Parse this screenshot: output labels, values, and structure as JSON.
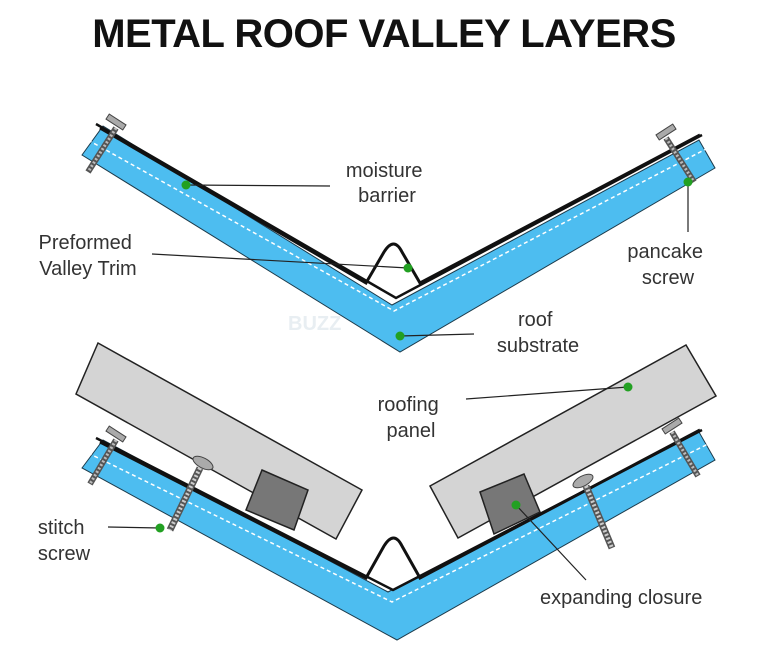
{
  "title": "METAL ROOF VALLEY LAYERS",
  "watermark": "BUZZ",
  "colors": {
    "substrate": "#4dbdf0",
    "panel": "#d4d4d4",
    "closure": "#777777",
    "leader_dot": "#22a022",
    "outline": "#222222",
    "label_text": "#333333"
  },
  "labels": {
    "moisture_barrier": [
      "moisture",
      "barrier"
    ],
    "valley_trim": [
      "Preformed",
      "Valley Trim"
    ],
    "pancake_screw": [
      "pancake",
      "screw"
    ],
    "roof_substrate": [
      "roof",
      "substrate"
    ],
    "roofing_panel": [
      "roofing",
      "panel"
    ],
    "stitch_screw": [
      "stitch",
      "screw"
    ],
    "expanding_closure": "expanding closure"
  }
}
